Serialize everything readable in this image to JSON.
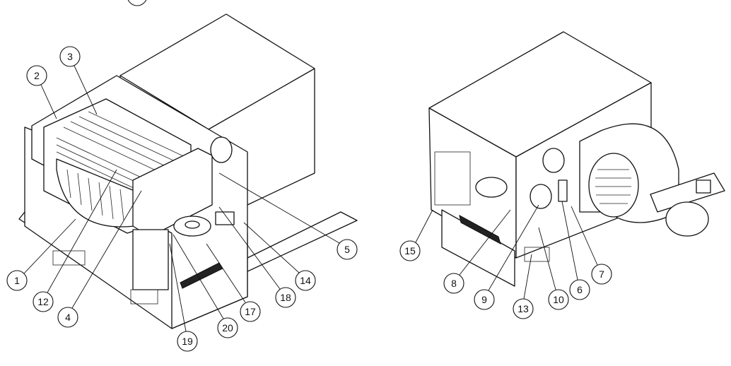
{
  "diagram": {
    "left_view": {
      "callouts": [
        "1",
        "2",
        "3",
        "4",
        "5",
        "12",
        "14",
        "17",
        "18",
        "19",
        "20"
      ]
    },
    "right_view": {
      "callouts": [
        "6",
        "7",
        "8",
        "9",
        "10",
        "13",
        "15"
      ]
    }
  }
}
